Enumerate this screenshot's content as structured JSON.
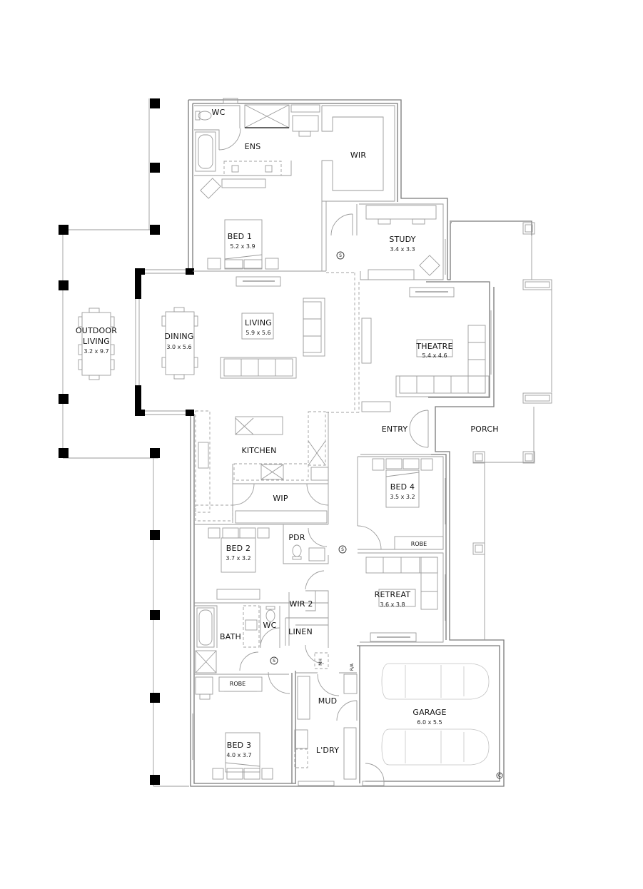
{
  "plan": {
    "rooms": {
      "outdoor_living": {
        "label_line1": "OUTDOOR",
        "label_line2": "LIVING",
        "dimensions": "3.2 x 9.7"
      },
      "wc_master": {
        "label": "WC"
      },
      "ensuite": {
        "label": "ENS"
      },
      "wir": {
        "label": "WIR"
      },
      "bed1": {
        "label": "BED 1",
        "dimensions": "5.2 x 3.9"
      },
      "study": {
        "label": "STUDY",
        "dimensions": "3.4 x 3.3"
      },
      "dining": {
        "label": "DINING",
        "dimensions": "3.0 x 5.6"
      },
      "living": {
        "label": "LIVING",
        "dimensions": "5.9 x 5.6"
      },
      "theatre": {
        "label": "THEATRE",
        "dimensions": "5.4 x 4.6"
      },
      "entry": {
        "label": "ENTRY"
      },
      "porch": {
        "label": "PORCH"
      },
      "kitchen": {
        "label": "KITCHEN"
      },
      "wip": {
        "label": "WIP"
      },
      "bed4": {
        "label": "BED 4",
        "dimensions": "3.5 x 3.2"
      },
      "robe_bed4": {
        "label": "ROBE"
      },
      "bed2": {
        "label": "BED 2",
        "dimensions": "3.7 x 3.2"
      },
      "pdr": {
        "label": "PDR"
      },
      "retreat": {
        "label": "RETREAT",
        "dimensions": "3.6 x 3.8"
      },
      "wir2": {
        "label": "WIR 2"
      },
      "bath": {
        "label": "BATH"
      },
      "wc_bath": {
        "label": "WC"
      },
      "linen": {
        "label": "LINEN"
      },
      "robe_bed3": {
        "label": "ROBE"
      },
      "mud": {
        "label": "MUD"
      },
      "laundry": {
        "label": "L'DRY"
      },
      "bed3": {
        "label": "BED 3",
        "dimensions": "4.0 x 3.7"
      },
      "garage": {
        "label": "GARAGE",
        "dimensions": "6.0 x 5.5"
      }
    },
    "symbols": {
      "smoke_detector": "S",
      "manhole": "MH",
      "return_air": "R/A",
      "cylinder": "C"
    },
    "colors": {
      "wall": "#7a7a7a",
      "furniture": "#9c9c9c",
      "column": "#000000",
      "background": "#ffffff"
    }
  }
}
